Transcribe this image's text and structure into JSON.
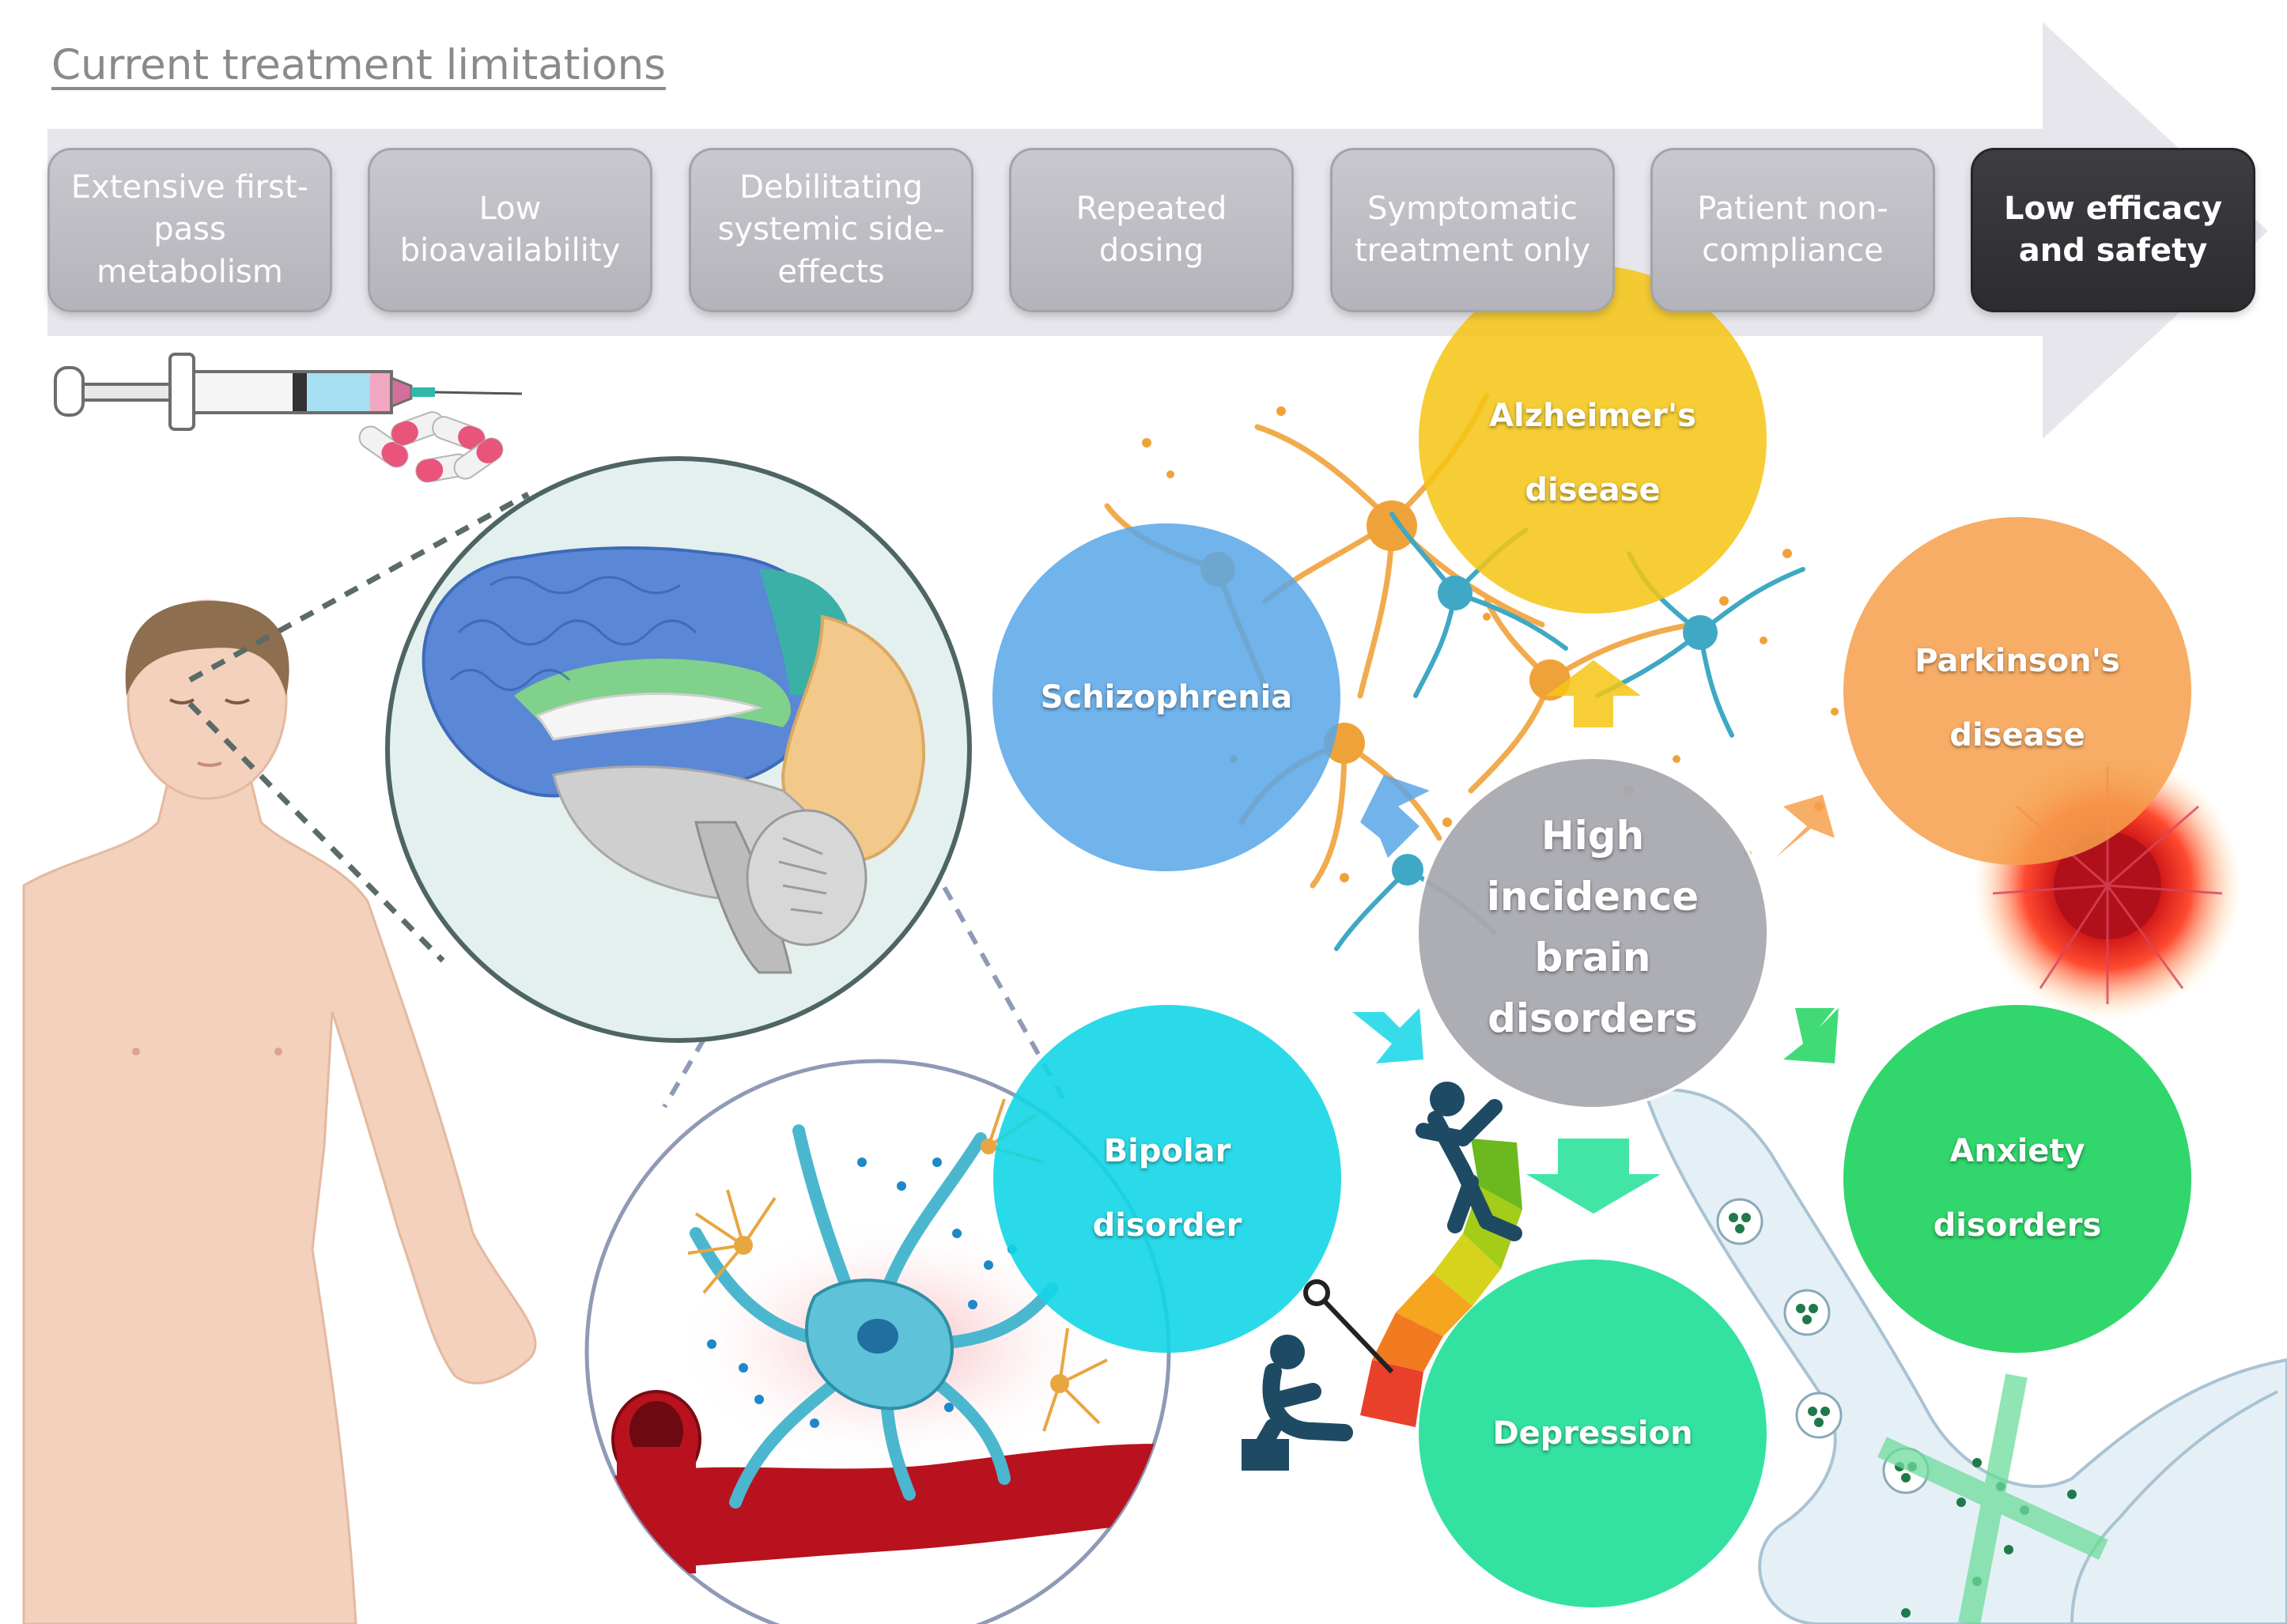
{
  "title": "Current treatment limitations",
  "limitations": [
    "Extensive first-pass metabolism",
    "Low bioavailability",
    "Debilitating systemic side-effects",
    "Repeated dosing",
    "Symptomatic treatment only",
    "Patient non-compliance",
    "Low efficacy and safety"
  ],
  "center_label": "High incidence brain disorders",
  "disorders": [
    {
      "label": "Alzheimer's disease",
      "color": "#f6c514"
    },
    {
      "label": "Schizophrenia",
      "color": "#5aa6e8"
    },
    {
      "label": "Parkinson's disease",
      "color": "#f6a04c"
    },
    {
      "label": "Bipolar disorder",
      "color": "#13d6e6"
    },
    {
      "label": "Anxiety disorders",
      "color": "#1fd35f"
    },
    {
      "label": "Depression",
      "color": "#22e098"
    }
  ],
  "colors": {
    "title": "#8a8a8a",
    "step_fill": "#bdbdc3",
    "step_dark": "#333336",
    "arrow": "#e6e6ec",
    "center": "#a8a8b0",
    "skin": "#f3d1bc",
    "hair": "#8d6e4e"
  },
  "icons": [
    "syringe-icon",
    "pill-icon",
    "human-figure-icon",
    "brain-icon",
    "neuron-icon",
    "blood-vessel-icon",
    "mood-gauge-icon",
    "synapse-icon"
  ]
}
